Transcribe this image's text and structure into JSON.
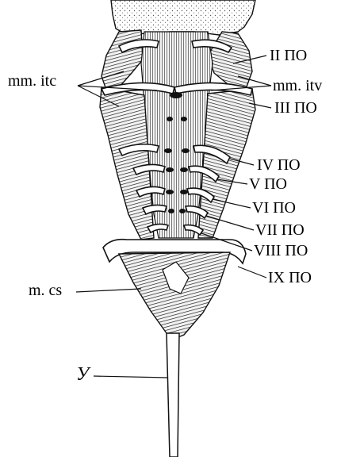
{
  "figure": {
    "labels": {
      "ii_po": "II ПО",
      "mm_itc": "mm. itc",
      "mm_itv": "mm. itv",
      "iii_po": "III ПО",
      "iv_po": "IV ПО",
      "v_po": "V ПО",
      "vi_po": "VI ПО",
      "vii_po": "VII ПО",
      "viii_po": "VIII ПО",
      "ix_po": "IX ПО",
      "m_cs": "m. cs",
      "u": "У"
    }
  }
}
